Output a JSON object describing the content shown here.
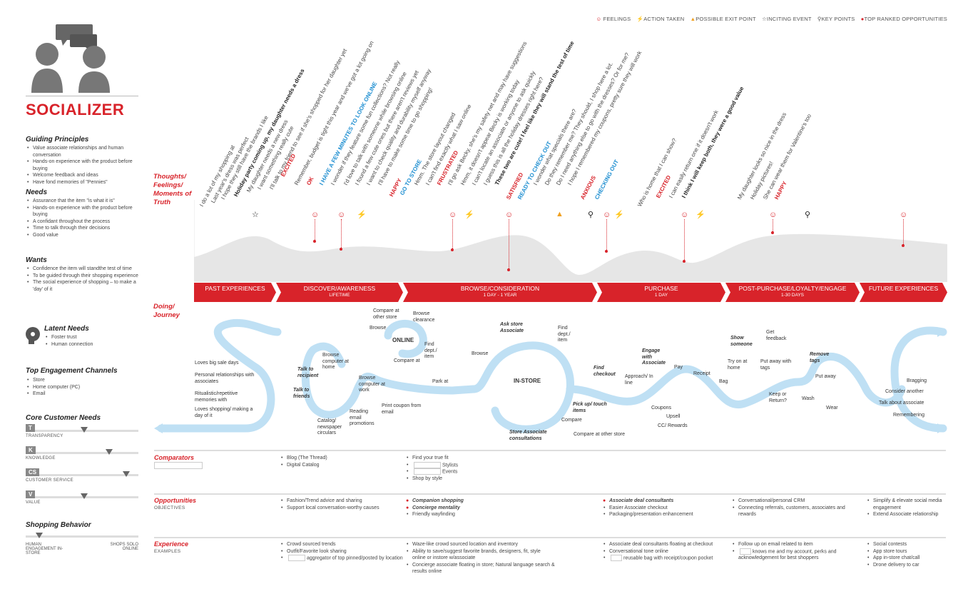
{
  "legend": [
    "FEELINGS",
    "ACTION TAKEN",
    "POSSIBLE EXIT POINT",
    "INCITING EVENT",
    "KEY POINTS",
    "TOP RANKED OPPORTUNITIES"
  ],
  "persona": {
    "title": "SOCIALIZER"
  },
  "guiding": {
    "heading": "Guiding Principles",
    "items": [
      "Value associate relationships and human conversation",
      "Hands-on experience with the product before buying",
      "Welcome feedback and ideas",
      "Have fond memories of \"Pennies\""
    ]
  },
  "needs": {
    "heading": "Needs",
    "items": [
      "Assurance that the item \"is what it is\"",
      "Hands-on experience with the product before buying",
      "A confidant throughout the process",
      "Time to talk through their decisions",
      "Good value"
    ]
  },
  "wants": {
    "heading": "Wants",
    "items": [
      "Confidence the item will standthe test of time",
      "To be guided through their shopping experience",
      "The social experience of shopping – to make a 'day' of it"
    ]
  },
  "latent": {
    "heading": "Latent Needs",
    "items": [
      "Foster trust",
      "Human connection"
    ]
  },
  "channels": {
    "heading": "Top Engagement Channels",
    "items": [
      "Store",
      "Home computer (PC)",
      "Email"
    ]
  },
  "core": {
    "heading": "Core Customer Needs",
    "rows": [
      {
        "tag": "T",
        "name": "TRANSPARENCY",
        "level": 0.52
      },
      {
        "tag": "K",
        "name": "KNOWLEDGE",
        "level": 0.74
      },
      {
        "tag": "CS",
        "name": "CUSTOMER SERVICE",
        "level": 0.89
      },
      {
        "tag": "V",
        "name": "VALUE",
        "level": 0.52
      }
    ]
  },
  "behavior": {
    "heading": "Shopping Behavior",
    "left": "HUMAN ENGAGEMENT IN-STORE",
    "right": "SHOPS SOLO ONLINE",
    "level": 0.12
  },
  "sections": {
    "thoughts": "Thoughts/ Feelings/ Moments of Truth",
    "doing": "Doing/ Journey"
  },
  "thoughts": [
    "I do a lot of my shopping at",
    "Last year's        dress was perfect",
    "I hope they still have the brands I like",
    "Holiday party coming up, my daughter needs a dress",
    "My daughter needs a new dress",
    "I want something really cute",
    "I'll talk to my friend to see if she's shopped for her daughter yet",
    "EXCITED",
    "Remember, budget is tight this year and we've got a lot going on",
    "OK",
    "I HAVE A FEW MINUTES TO LOOK ONLINE",
    "I wonder if they feature some fun collections? Not really",
    "I'd love to talk with someone while browsing online",
    "I found a few cute ones but there aren't reviews yet",
    "I want to check quality and durability myself anyway",
    "I'll have to make some time to go shopping!",
    "HAPPY",
    "GO TO STORE",
    "Hmm. The store layout changed",
    "I can't find exactly what I saw online",
    "FRUSTRATED",
    "I'll go ask Becky, she's my safety net and may have suggestions",
    "Hmm, it doesn't appear Becky is working today",
    "I can't locate an associate or anyone to ask quickly",
    "I guess this is all the holiday dresses right here?",
    "These two are cute! I feel like they will stand the test of time",
    "SATISFIED",
    "READY TO CHECK OUT",
    "I wonder what specials there are?",
    "Do they remember me? They should, I shop here a lot.",
    "Do I need anything else to go with the dresses? Or for me?",
    "I hope I remembered my coupons, pretty sure they will work",
    "ANXIOUS",
    "CHECKING OUT",
    "Who is home that I can show?",
    "EXCITED",
    "I can easily return one if it doesn't work",
    "I think I will keep both, they were a good value",
    "My daughter looks so nice in the dress",
    "Holiday pictures!",
    "She can wear them for Valentine's too",
    "HAPPY"
  ],
  "stages": [
    {
      "name": "PAST EXPERIENCES",
      "sub": ""
    },
    {
      "name": "DISCOVER/AWARENESS",
      "sub": "LIFETIME"
    },
    {
      "name": "BROWSE/CONSIDERATION",
      "sub": "1 DAY - 1 YEAR"
    },
    {
      "name": "PURCHASE",
      "sub": "1 DAY"
    },
    {
      "name": "POST-PURCHASE/LOYALTY/ENGAGE",
      "sub": "1-30 DAYS"
    },
    {
      "name": "FUTURE EXPERIENCES",
      "sub": ""
    }
  ],
  "journey": {
    "past": [
      "Loves big sale days",
      "Personal relationships with associates",
      "Ritualistic/repetitive memories with",
      "Loves shopping/ making a day of it"
    ],
    "discover": [
      "Talk to recipient",
      "Talk to friends",
      "Browse computer at home",
      "Browse computer at work",
      "Reading email promotions",
      "Catalog/ newspaper circulars",
      "Print coupon from email"
    ],
    "online": [
      "Compare at other store",
      "Browse clearance",
      "Browse",
      "ONLINE",
      "Find dept./ item",
      "Compare at",
      "Park at"
    ],
    "store": [
      "Browse",
      "Ask store Associate",
      "Find dept./ item",
      "IN-STORE",
      "Pick up/ touch items",
      "Compare",
      "Store Associate consultations",
      "Compare at other store"
    ],
    "purchase": [
      "Find checkout",
      "Approach/ In line",
      "Engage with Associate",
      "Pay",
      "Receipt",
      "Bag",
      "Coupons",
      "Upsell",
      "CC/ Rewards"
    ],
    "post": [
      "Show someone",
      "Get feedback",
      "Try on at home",
      "Put away with tags",
      "Keep or Return?",
      "Remove tags",
      "Put away",
      "Wash",
      "Wear"
    ],
    "future": [
      "Bragging",
      "Consider another",
      "Talk about associate",
      "Remembering"
    ]
  },
  "comparators": {
    "heading": "Comparators",
    "col1": [
      "Blog (The Thread)",
      "Digital Catalog"
    ],
    "col2": [
      "Find your true fit",
      "Stylists",
      "Events",
      "Shop by style"
    ]
  },
  "opportunities": {
    "heading": "Opportunities",
    "sub": "OBJECTIVES",
    "col1": [
      "Fashion/Trend advice and sharing",
      "Support local conversation-worthy causes"
    ],
    "col2": [
      "Companion shopping",
      "Concierge mentality",
      "Friendly wayfinding"
    ],
    "col3": [
      "Associate deal consultants",
      "Easier Associate checkout",
      "Packaging/presentation enhancement"
    ],
    "col4": [
      "Conversational/personal CRM",
      "Connecting referrals, customers, associates and rewards"
    ],
    "col5": [
      "Simplify & elevate social media engagement",
      "Extend Associate relationship"
    ]
  },
  "experience": {
    "heading": "Experience",
    "sub": "EXAMPLES",
    "col1": [
      "Crowd sourced trends",
      "Outfit/Favorite look sharing",
      "aggregator of top pinned/posted by location"
    ],
    "col2": [
      "Waze-like crowd sourced location and inventory",
      "Ability to save/suggest favorite brands, designers, fit, style online or instore w/associate",
      "Concierge associate floating in store; Natural language search & results online"
    ],
    "col3": [
      "Associate deal consultants floating at checkout",
      "Conversational tone online",
      "reusable bag with receipt/coupon pocket"
    ],
    "col4": [
      "Follow up on email related to item",
      "knows me and my account, perks and acknowledgement for best shoppers"
    ],
    "col5": [
      "Social contests",
      "App store tours",
      "App in-store chat/call",
      "Drone delivery to car"
    ]
  }
}
